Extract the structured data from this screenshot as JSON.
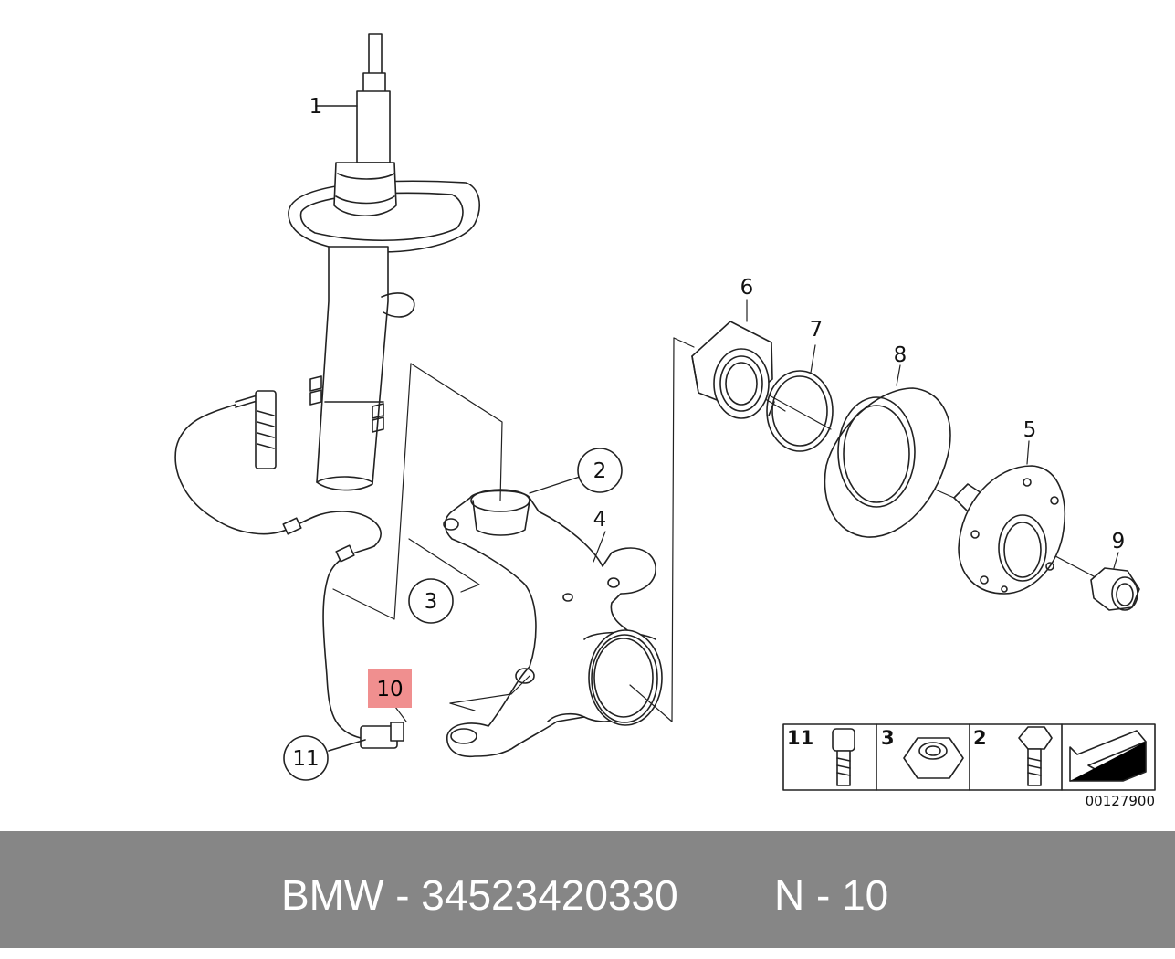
{
  "diagram": {
    "part_labels": [
      "1",
      "6",
      "7",
      "8",
      "5",
      "9",
      "4"
    ],
    "circled_labels": [
      "2",
      "3",
      "11"
    ],
    "highlighted_label": "10",
    "diagram_number": "00127900",
    "colors": {
      "highlight": "#f08f8f",
      "line": "#222222",
      "footer": "#868686"
    }
  },
  "legend": {
    "items": [
      {
        "number": "11",
        "icon": "bolt-icon"
      },
      {
        "number": "3",
        "icon": "hex-nut-icon"
      },
      {
        "number": "2",
        "icon": "hex-bolt-icon"
      }
    ],
    "arrow_icon": "direction-arrow-icon"
  },
  "footer": {
    "brand_part": "BMW - 34523420330",
    "position": "N - 10"
  }
}
